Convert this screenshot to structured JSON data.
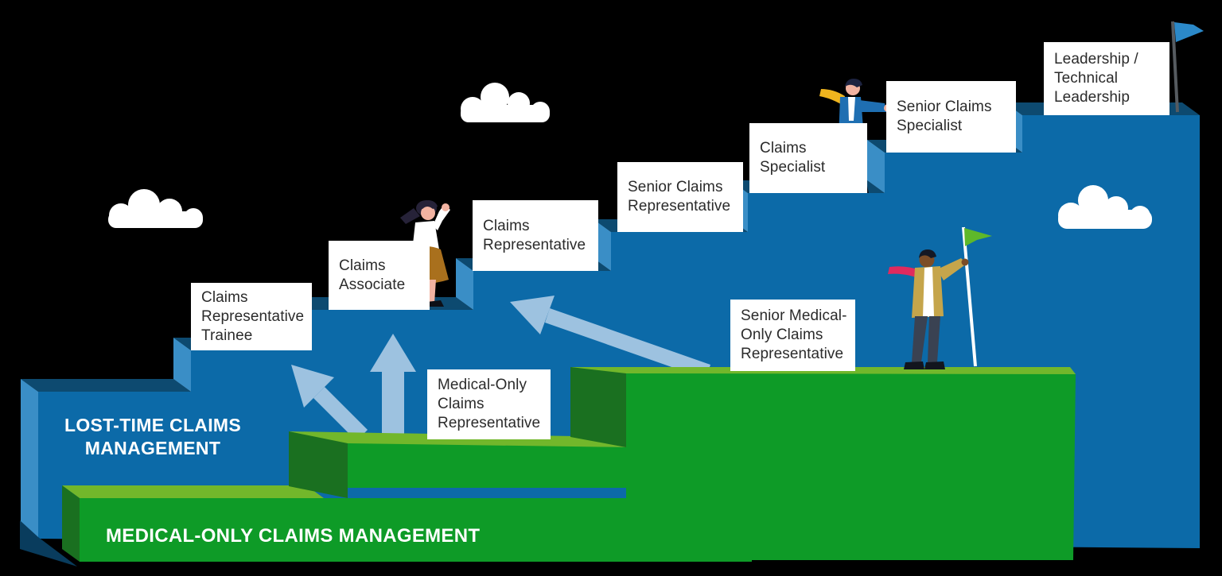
{
  "diagram_title": "Claims Career Path Staircase",
  "bands": {
    "lost_time": {
      "lines": [
        "LOST-TIME CLAIMS",
        "MANAGEMENT"
      ]
    },
    "medical_only": {
      "line": "MEDICAL-ONLY CLAIMS MANAGEMENT"
    }
  },
  "roles": [
    {
      "track": "lost-time",
      "lines": [
        "Claims",
        "Representative",
        "Trainee"
      ]
    },
    {
      "track": "lost-time",
      "lines": [
        "Claims",
        "Associate"
      ]
    },
    {
      "track": "lost-time",
      "lines": [
        "Claims",
        "Representative"
      ]
    },
    {
      "track": "lost-time",
      "lines": [
        "Senior Claims",
        "Representative"
      ]
    },
    {
      "track": "lost-time",
      "lines": [
        "Claims",
        "Specialist"
      ]
    },
    {
      "track": "lost-time",
      "lines": [
        "Senior Claims",
        "Specialist"
      ]
    },
    {
      "track": "lost-time",
      "lines": [
        "Leadership /",
        "Technical",
        "Leadership"
      ]
    },
    {
      "track": "medical-only",
      "lines": [
        "Medical-Only",
        "Claims",
        "Representative"
      ]
    },
    {
      "track": "medical-only",
      "lines": [
        "Senior Medical-",
        "Only Claims",
        "Representative"
      ]
    }
  ],
  "figures": [
    "woman climbing blue stairs",
    "man standing at upper blue step",
    "man planting green goal flag on green platform"
  ],
  "icons": {
    "summit_flag": "blue pennant on gray pole at top of stairs",
    "goal_flag": "green pennant on white pole held by man",
    "promotion_arrows": "three light-blue arrows from green track up to blue track",
    "clouds": "three white clouds"
  },
  "colors": {
    "stair_front_blue": "#0c6aa8",
    "stair_top_blue": "#0d4a70",
    "stair_side_blue": "#3a8ec6",
    "stair_shadow_blue": "#093c5d",
    "green_top": "#72b72b",
    "green_front": "#0e9b27",
    "green_side": "#1a7020",
    "arrow_blue": "#9dc2e0",
    "label_bg": "#ffffff",
    "label_text": "#2b2b2b",
    "band_text": "#ffffff",
    "summit_flag_blue": "#2b89c9",
    "goal_flag_green": "#5eb82a"
  }
}
